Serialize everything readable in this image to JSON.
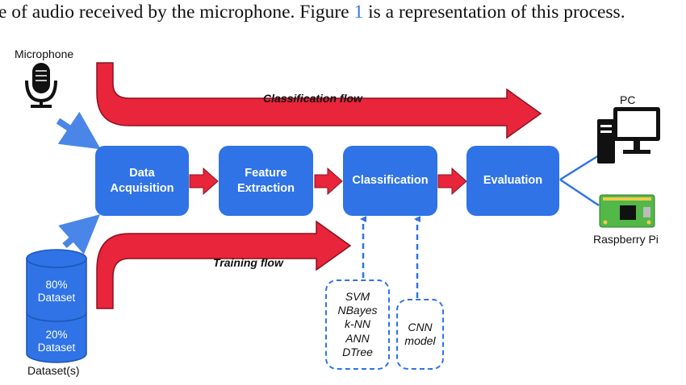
{
  "caption": {
    "before_ref": "e of audio received by the microphone. Figure ",
    "ref": "1",
    "after_ref": " is a representation of this process."
  },
  "inputs": {
    "microphone_label": "Microphone",
    "dataset_label": "Dataset(s)",
    "dataset_top_percent": "80%",
    "dataset_top_name": "Dataset",
    "dataset_bottom_percent": "20%",
    "dataset_bottom_name": "Dataset"
  },
  "pipeline": {
    "data_acquisition": "Data\nAcquisition",
    "feature_extraction": "Feature\nExtraction",
    "classification": "Classification",
    "evaluation": "Evaluation"
  },
  "flows": {
    "classification_flow": "Classification flow",
    "training_flow": "Training flow"
  },
  "algorithms": {
    "classic": [
      "SVM",
      "NBayes",
      "k-NN",
      "ANN",
      "DTree"
    ],
    "cnn": [
      "CNN",
      "model"
    ]
  },
  "outputs": {
    "pc_label": "PC",
    "raspberry_label": "Raspberry Pi"
  },
  "colors": {
    "box_blue": "#2f73e6",
    "flow_red": "#e8253a",
    "arrow_blue": "#4a86e8",
    "board_green": "#52b848"
  },
  "icons": [
    "microphone-icon",
    "database-icon",
    "pc-icon",
    "raspberry-pi-icon"
  ]
}
